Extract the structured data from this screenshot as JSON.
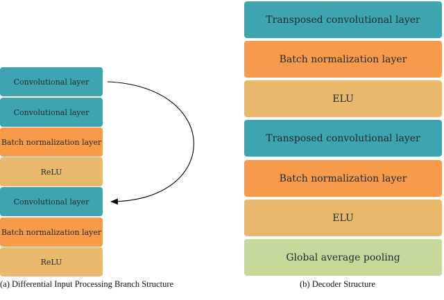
{
  "left_branch": {
    "layers": [
      {
        "label": "Convolutional layer",
        "color": "#3ea5b0"
      },
      {
        "label": "Convolutional layer",
        "color": "#3ea5b0"
      },
      {
        "label": "Batch normalization layer",
        "color": "#f79a4a"
      },
      {
        "label": "ReLU",
        "color": "#e9b86c"
      },
      {
        "label": "Convolutional layer",
        "color": "#3ea5b0"
      },
      {
        "label": "Batch normalization layer",
        "color": "#f79a4a"
      },
      {
        "label": "ReLU",
        "color": "#e9b86c"
      }
    ],
    "caption": "(a) Differential Input Processing Branch Structure"
  },
  "decoder": {
    "layers": [
      {
        "label": "Transposed convolutional layer",
        "color": "#3ea5b0"
      },
      {
        "label": "Batch normalization layer",
        "color": "#f79a4a"
      },
      {
        "label": "ELU",
        "color": "#e9b86c"
      },
      {
        "label": "Transposed convolutional layer",
        "color": "#3ea5b0"
      },
      {
        "label": "Batch normalization layer",
        "color": "#f79a4a"
      },
      {
        "label": "ELU",
        "color": "#e9b86c"
      },
      {
        "label": "Global average pooling",
        "color": "#c6d99b"
      }
    ],
    "caption": "(b) Decoder Structure"
  }
}
